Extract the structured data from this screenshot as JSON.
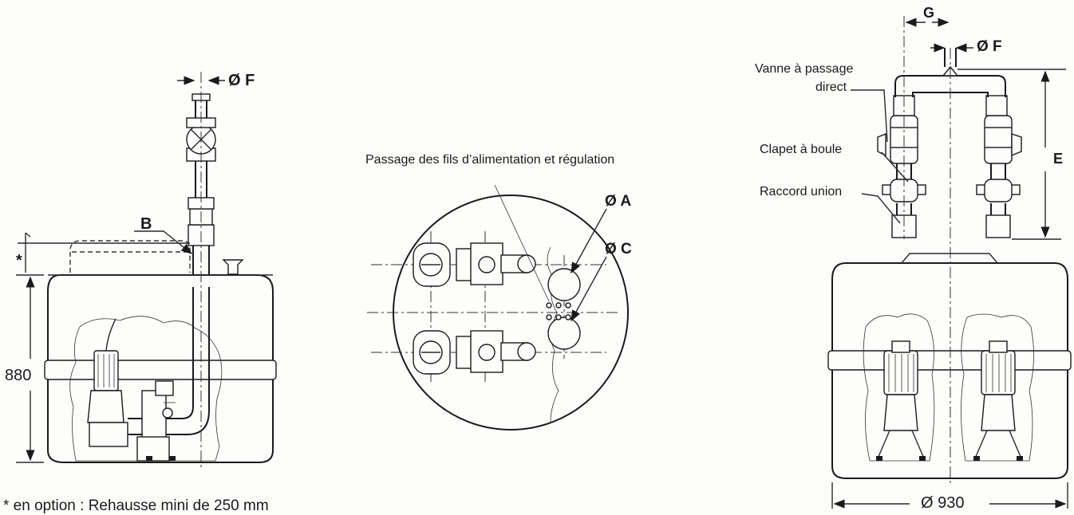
{
  "labels": {
    "left_diam_f": "Ø F",
    "left_b": "B",
    "left_star": "*",
    "left_height": "880",
    "center_title": "Passage des fils d’alimentation et régulation",
    "center_diam_a": "Ø A",
    "center_diam_c": "Ø C",
    "right_g": "G",
    "right_diam_f": "Ø F",
    "right_vanne_1": "Vanne à passage",
    "right_vanne_2": "direct",
    "right_clapet": "Clapet à boule",
    "right_raccord": "Raccord union",
    "right_e": "E",
    "right_diameter": "Ø 930",
    "footnote": "* en option : Rehausse mini de 250 mm"
  }
}
